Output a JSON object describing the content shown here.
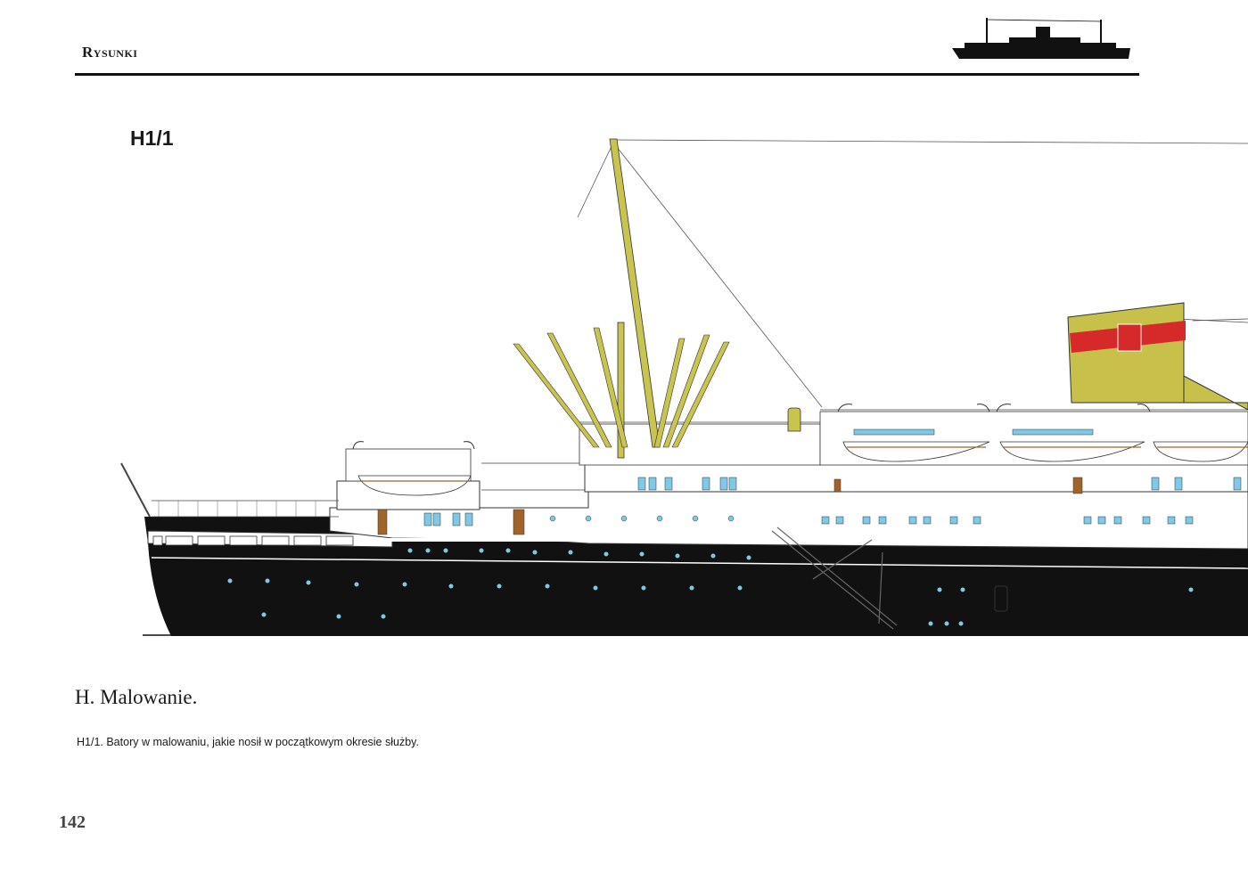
{
  "header": {
    "title": "Rysunki"
  },
  "figure": {
    "label": "H1/1"
  },
  "section": {
    "title": "H. Malowanie."
  },
  "caption": {
    "text": "H1/1. Batory w malowaniu, jakie nosił w początkowym okresie służby."
  },
  "footer": {
    "page_number": "142"
  },
  "colors": {
    "hull": "#111111",
    "superstructure": "#ffffff",
    "mast": "#c9c34f",
    "funnel": "#c7c04a",
    "funnel_band": "#d62a2a",
    "porthole": "#7fc8e6",
    "door": "#a0642a",
    "outline": "#333333"
  }
}
